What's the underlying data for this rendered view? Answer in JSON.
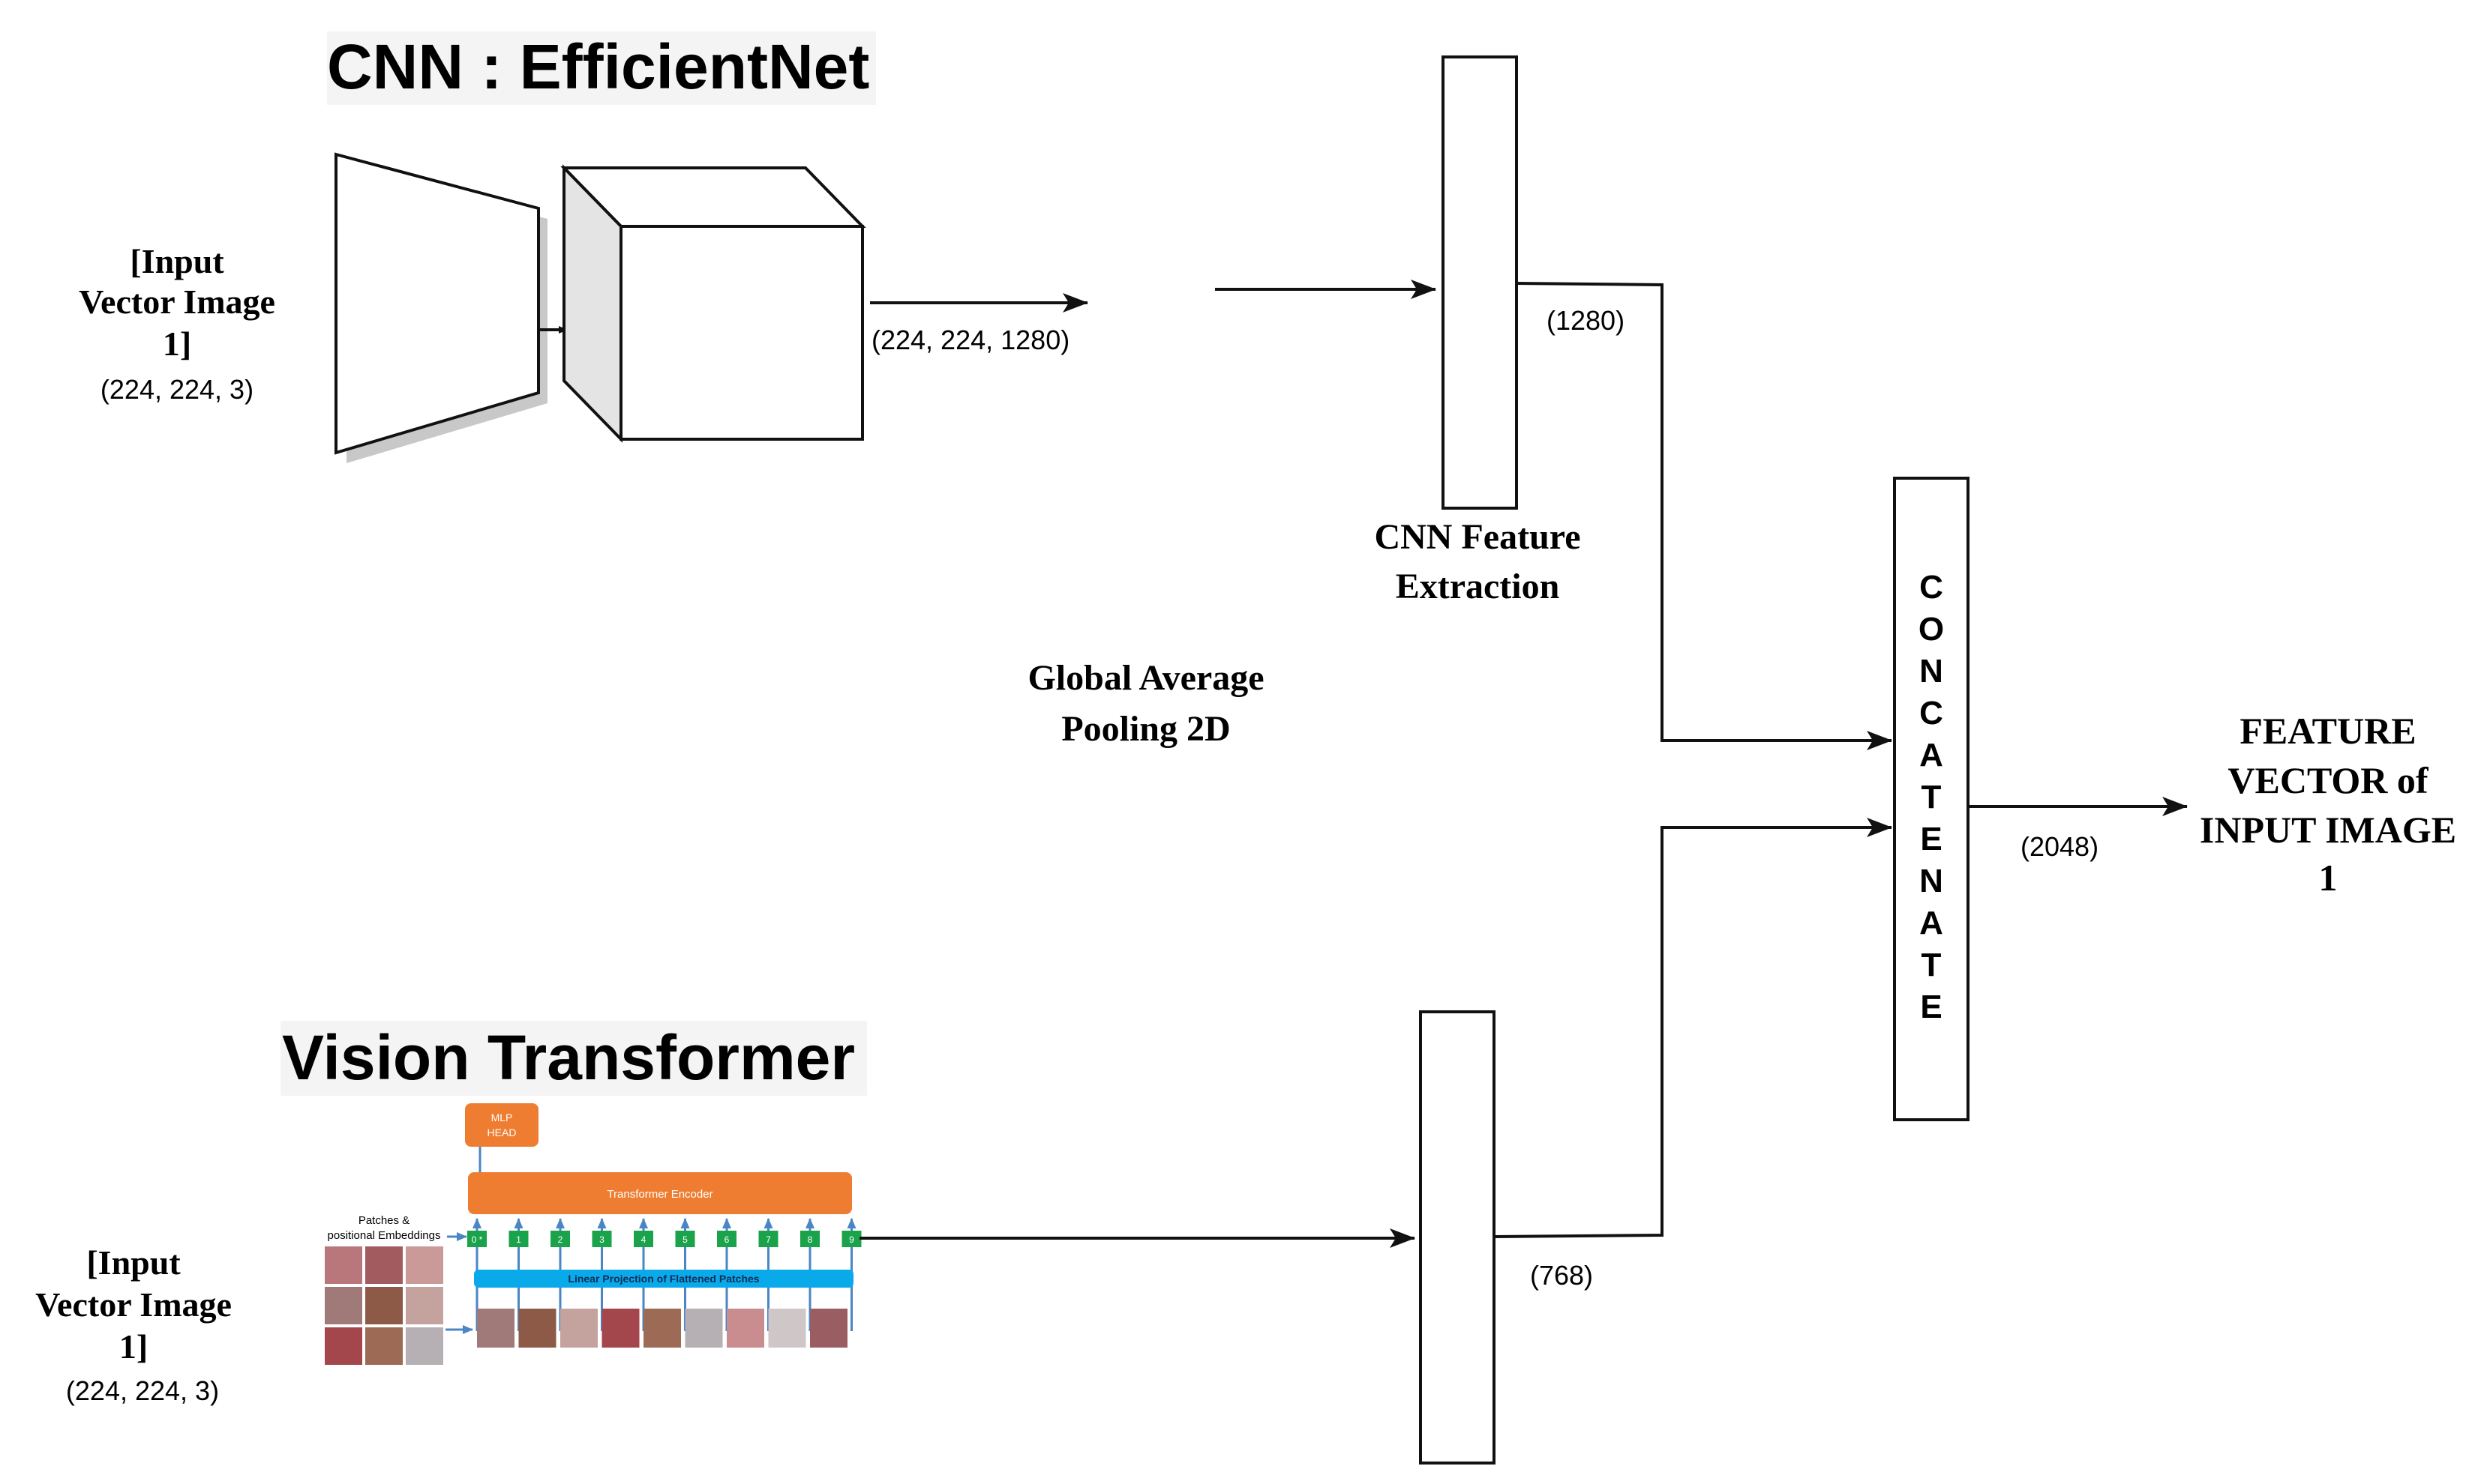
{
  "titles": {
    "cnn": "CNN : EfficientNet",
    "vit": "Vision Transformer"
  },
  "cnn_branch": {
    "input_label_lines": [
      "[Input",
      "Vector Image",
      "1]"
    ],
    "input_shape": "(224, 224, 3)",
    "output_shape": "(224, 224, 1280)",
    "pooling_label_lines": [
      "Global Average",
      "Pooling 2D"
    ],
    "feature_label_lines": [
      "CNN Feature",
      "Extraction"
    ],
    "feature_dim": "(1280)"
  },
  "vit_branch": {
    "input_label_lines": [
      "[Input",
      "Vector Image",
      "1]"
    ],
    "input_shape": "(224, 224, 3)",
    "mlp_head_lines": [
      "MLP",
      "HEAD"
    ],
    "encoder_label": "Transformer Encoder",
    "patches_label_lines": [
      "Patches &",
      "positional Embeddings"
    ],
    "projection_label": "Linear Projection of Flattened Patches",
    "token_labels": [
      "0 *",
      "1",
      "2",
      "3",
      "4",
      "5",
      "6",
      "7",
      "8",
      "9"
    ],
    "feature_dim": "(768)"
  },
  "concat": {
    "letters": [
      "C",
      "O",
      "N",
      "C",
      "A",
      "T",
      "E",
      "N",
      "A",
      "T",
      "E"
    ],
    "output_dim": "(2048)"
  },
  "output_label_lines": [
    "FEATURE",
    "VECTOR of",
    "INPUT IMAGE",
    "1"
  ],
  "colors": {
    "line": "#111111",
    "shadow": "#c8c8c8",
    "cube_side": "#e4e4e4",
    "orange": "#ee7d31",
    "blue": "#0aa9e9",
    "green": "#1aa34a",
    "arrow_blue": "#4a86c5",
    "patch_tones": [
      "#b9777c",
      "#a25c60",
      "#c99a98",
      "#9f7a78",
      "#8e5a48",
      "#c4a39f",
      "#a3474d",
      "#9c6a55",
      "#b6b0b4",
      "#c98d8f",
      "#cfc6c8",
      "#9a5e62"
    ]
  }
}
